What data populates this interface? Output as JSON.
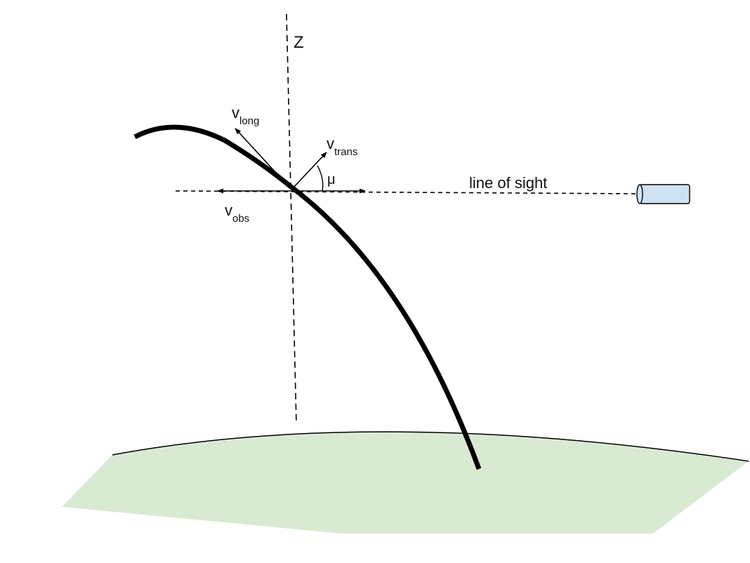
{
  "labels": {
    "z_axis": "Z",
    "v_long_base": "v",
    "v_long_sub": "long",
    "v_trans_base": "v",
    "v_trans_sub": "trans",
    "v_obs_base": "v",
    "v_obs_sub": "obs",
    "mu": "μ",
    "line_of_sight": "line of sight"
  },
  "colors": {
    "ground_fill": "#d9ead3",
    "camera_fill": "#cfe2f3",
    "ink": "#000000"
  }
}
